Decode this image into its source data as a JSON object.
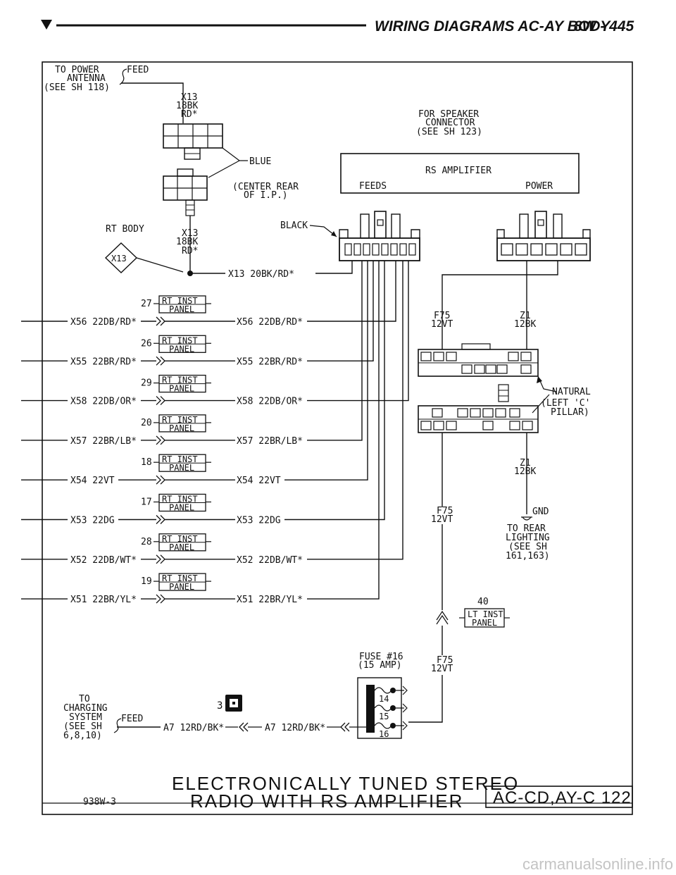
{
  "header": {
    "title": "WIRING DIAGRAMS AC-AY BODY",
    "page": "8W - 445"
  },
  "top": {
    "power_antenna": [
      "TO POWER",
      "ANTENNA",
      "(SEE SH 118)"
    ],
    "feed": "FEED",
    "x13_wire": [
      "X13",
      "18BK",
      "RD*"
    ],
    "speaker_conn": [
      "FOR SPEAKER",
      "CONNECTOR",
      "(SEE SH 123)"
    ],
    "blue": "BLUE",
    "center_rear": [
      "(CENTER REAR",
      "OF I.P.)"
    ],
    "amp_title": "RS AMPLIFIER",
    "amp_feeds": "FEEDS",
    "amp_power": "POWER",
    "black": "BLACK",
    "rt_body": "RT BODY",
    "x13_wire2": [
      "X13",
      "18BK",
      "RD*"
    ],
    "splice": "X13",
    "x13_run": "X13 20BK/RD*"
  },
  "panel_label": [
    "RT INST",
    "PANEL"
  ],
  "circuits": [
    {
      "pin": "27",
      "left": "X56 22DB/RD*",
      "right": "X56 22DB/RD*"
    },
    {
      "pin": "26",
      "left": "X55 22BR/RD*",
      "right": "X55 22BR/RD*"
    },
    {
      "pin": "29",
      "left": "X58 22DB/OR*",
      "right": "X58 22DB/OR*"
    },
    {
      "pin": "20",
      "left": "X57 22BR/LB*",
      "right": "X57 22BR/LB*"
    },
    {
      "pin": "18",
      "left": "X54 22VT",
      "right": "X54 22VT"
    },
    {
      "pin": "17",
      "left": "X53 22DG",
      "right": "X53 22DG"
    },
    {
      "pin": "28",
      "left": "X52 22DB/WT*",
      "right": "X52 22DB/WT*"
    },
    {
      "pin": "19",
      "left": "X51 22BR/YL*",
      "right": "X51 22BR/YL*"
    }
  ],
  "right": {
    "f75a": [
      "F75",
      "12VT"
    ],
    "z1a": [
      "Z1",
      "12BK"
    ],
    "natural": "NATURAL",
    "left_pillar": [
      "(LEFT 'C'",
      "PILLAR)"
    ],
    "z1b": [
      "Z1",
      "12BK"
    ],
    "f75b": [
      "F75",
      "12VT"
    ],
    "gnd": "GND",
    "rear_lighting": [
      "TO REAR",
      "LIGHTING",
      "(SEE SH",
      "161,163)"
    ],
    "pin40": "40",
    "lt_panel": [
      "LT INST",
      "PANEL"
    ],
    "f75c": [
      "F75",
      "12VT"
    ]
  },
  "bottom": {
    "fuse": [
      "FUSE #16",
      "(15 AMP)"
    ],
    "fuse_pins": [
      "14",
      "15",
      "16"
    ],
    "charging": [
      "TO",
      "CHARGING",
      "SYSTEM",
      "(SEE SH",
      "6,8,10)"
    ],
    "feed": "FEED",
    "a7_left": "A7 12RD/BK*",
    "a7_right": "A7 12RD/BK*",
    "pin3": "3",
    "title1": "ELECTRONICALLY TUNED STEREO",
    "title2": "RADIO WITH RS AMPLIFIER",
    "code": "938W-3",
    "sheet": "AC-CD,AY-C 122"
  },
  "watermark": "carmanualsonline.info"
}
